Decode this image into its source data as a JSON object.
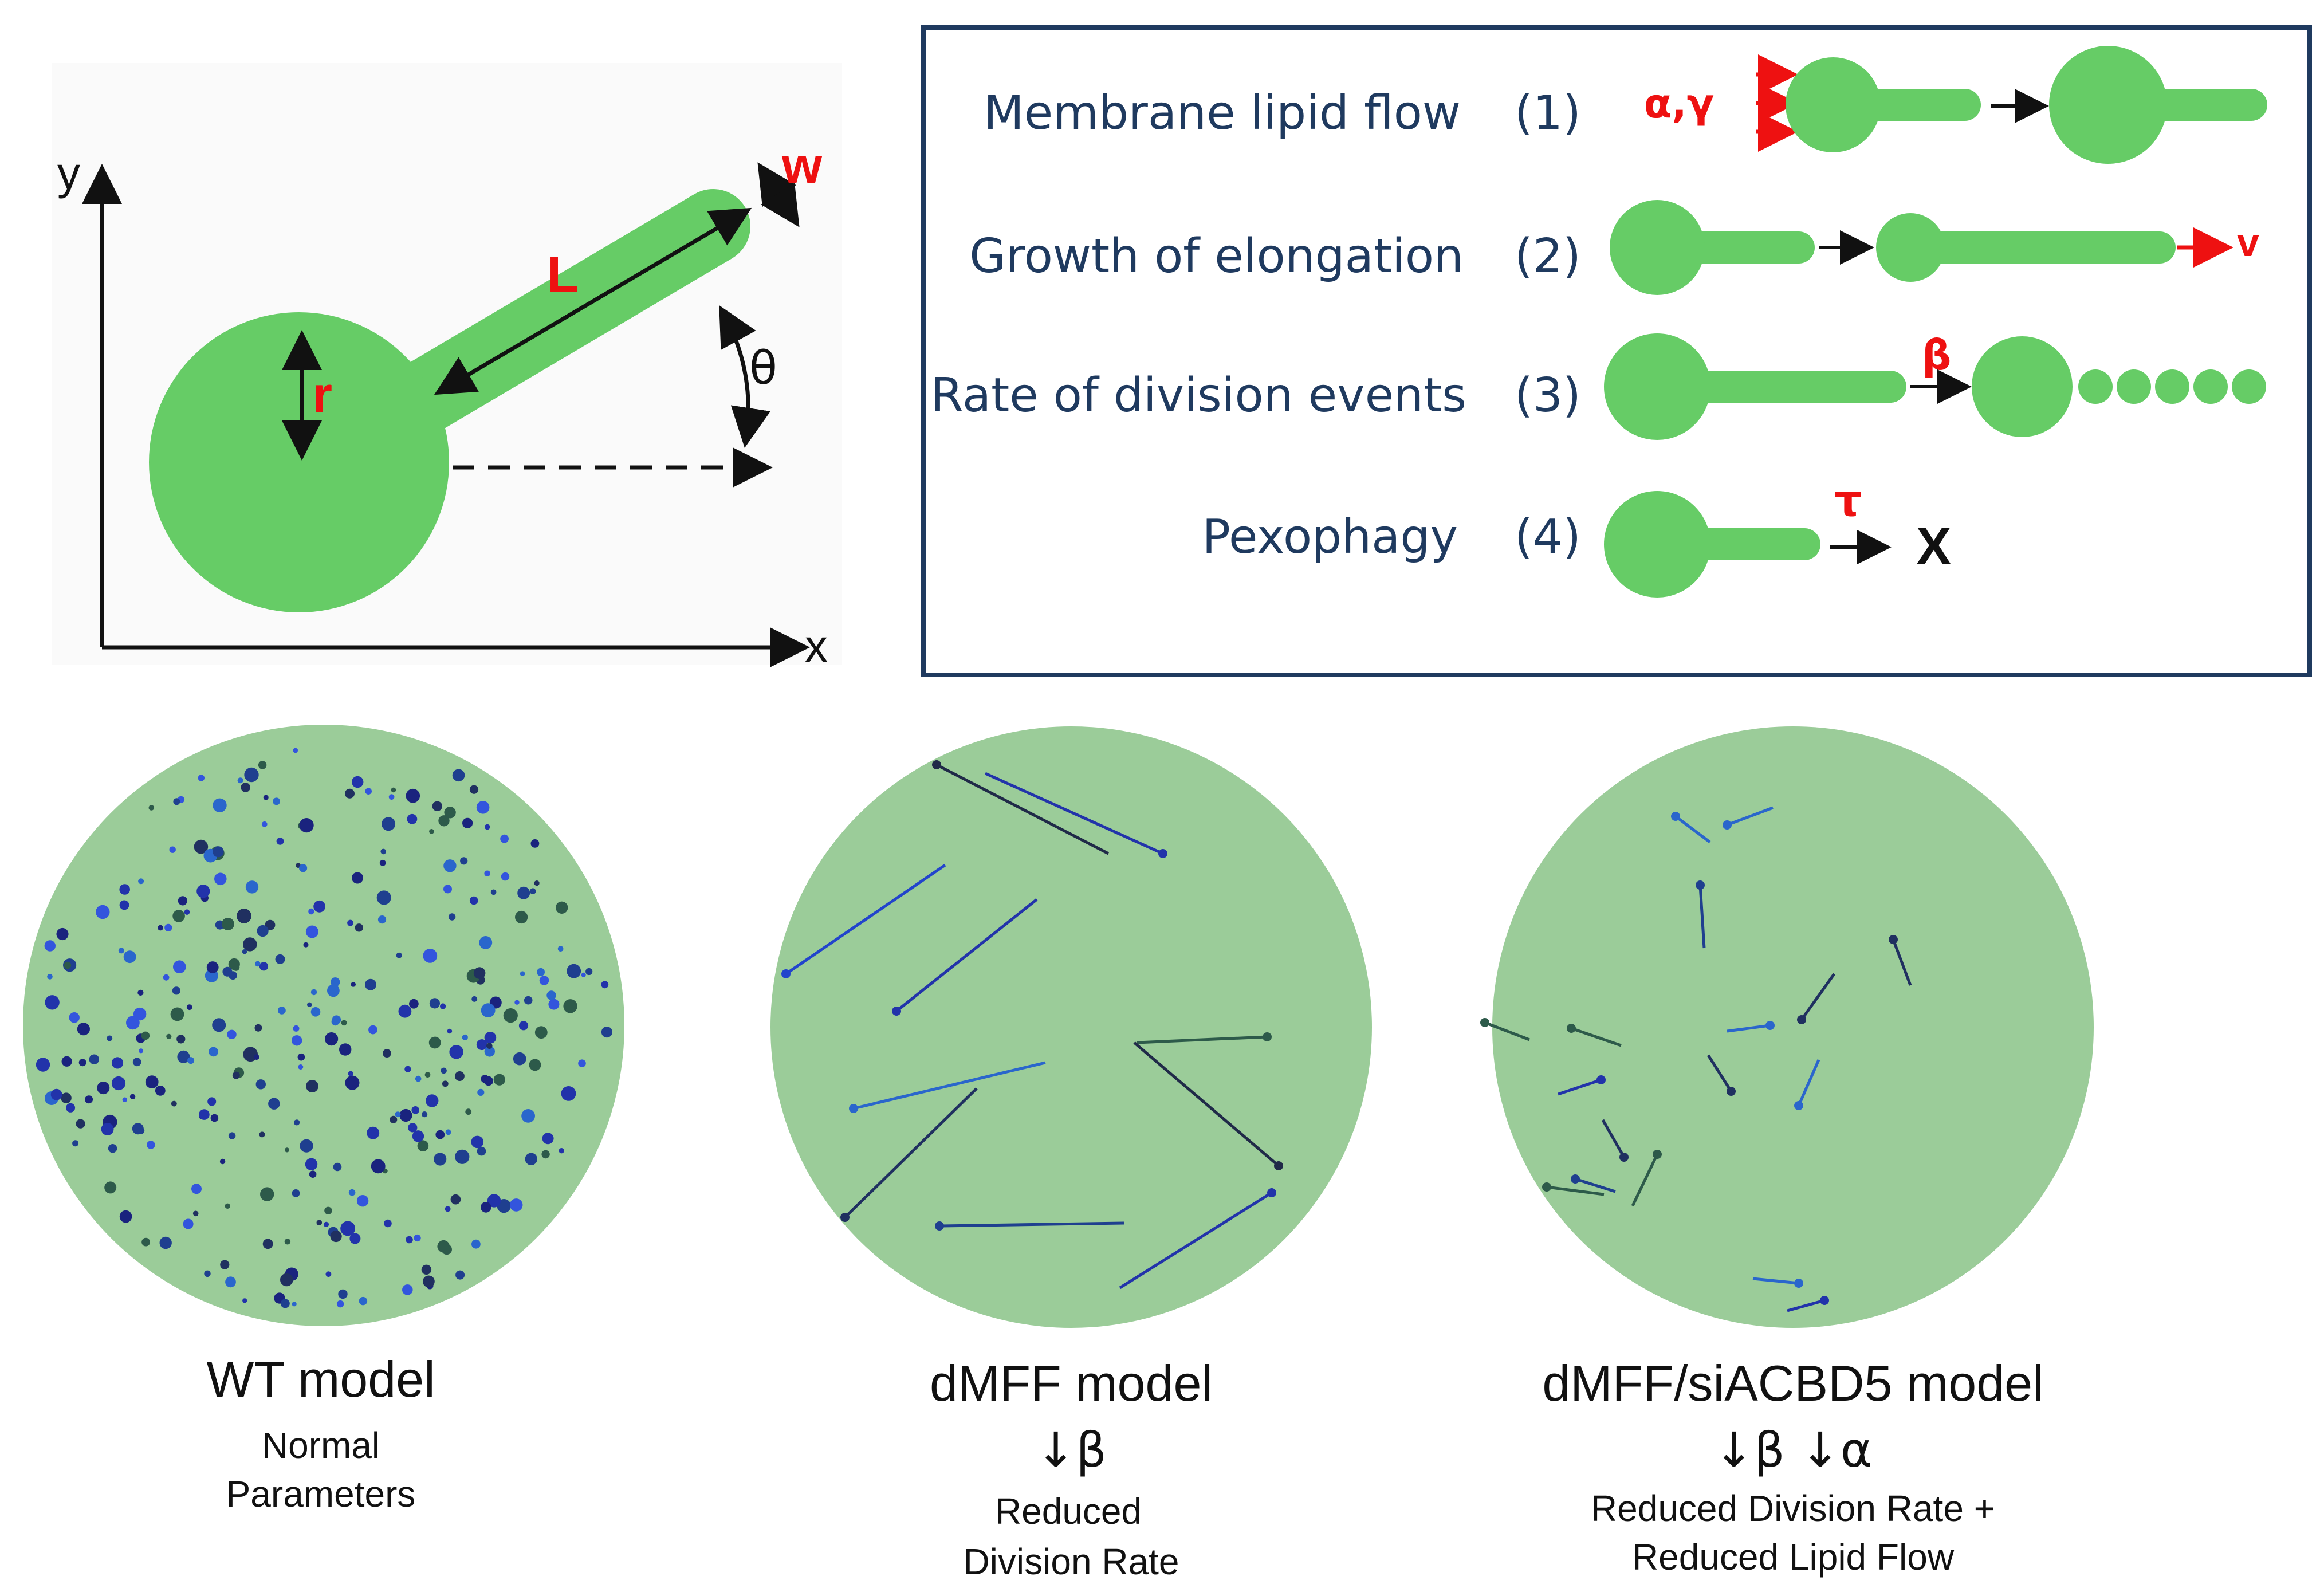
{
  "colors": {
    "cell_green": "#66cc66",
    "cell_bg_green": "#9bcc99",
    "highlight_red": "#ee1111",
    "box_navy": "#1f3a5f",
    "label_navy": "#1f3a5f",
    "black": "#111111"
  },
  "schematic": {
    "axis_y": "y",
    "axis_x": "x",
    "label_r": "r",
    "label_L": "L",
    "label_w": "w",
    "label_theta": "θ"
  },
  "processes": {
    "items": [
      {
        "label": "Membrane lipid flow",
        "num": "(1)",
        "param": "α,γ"
      },
      {
        "label": "Growth of elongation",
        "num": "(2)",
        "param": "v"
      },
      {
        "label": "Rate of division events",
        "num": "(3)",
        "param": "β"
      },
      {
        "label": "Pexophagy",
        "num": "(4)",
        "param": "τ",
        "result": "X"
      }
    ]
  },
  "models": [
    {
      "title": "WT model",
      "arrows": "",
      "line1": "Normal",
      "line2": "Parameters"
    },
    {
      "title": "dMFF model",
      "arrows": "↓β",
      "line1": "Reduced",
      "line2": "Division Rate"
    },
    {
      "title": "dMFF/siACBD5 model",
      "arrows": "↓β ↓α",
      "line1": "Reduced  Division Rate +",
      "line2": "Reduced Lipid Flow"
    }
  ]
}
